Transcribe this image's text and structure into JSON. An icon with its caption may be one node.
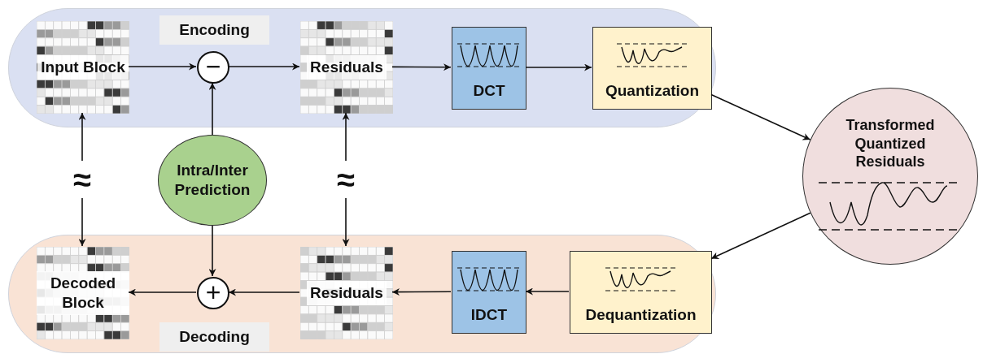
{
  "diagram": {
    "nodes": [
      {
        "text": [
          "Encoding"
        ]
      },
      {
        "text": [
          "Input Block"
        ],
        "in": 0
      },
      {
        "text": [
          "−"
        ],
        "in": 0
      },
      {
        "text": [
          "Residuals"
        ],
        "in": 0
      },
      {
        "text": [
          "DCT"
        ],
        "in": 0
      },
      {
        "text": [
          "Quantization"
        ],
        "in": 0
      },
      {
        "text": [
          "Transformed Quantized Residuals"
        ]
      },
      {
        "text": [
          "Decoding"
        ]
      },
      {
        "text": [
          "Dequantization"
        ],
        "in": 7
      },
      {
        "text": [
          "IDCT"
        ],
        "in": 7
      },
      {
        "text": [
          "Residuals"
        ],
        "in": 7
      },
      {
        "text": [
          "+"
        ],
        "in": 7
      },
      {
        "text": [
          "Decoded Block"
        ],
        "in": 7
      },
      {
        "text": [
          "Intra/Inter Prediction"
        ]
      },
      {
        "text": [
          "≈"
        ]
      },
      {
        "text": [
          "≈"
        ]
      }
    ],
    "edges": [
      {
        "from": 1,
        "to": 2,
        "arrow": "to"
      },
      {
        "from": 2,
        "to": 3,
        "arrow": "to"
      },
      {
        "from": 3,
        "to": 4,
        "arrow": "to"
      },
      {
        "from": 4,
        "to": 5,
        "arrow": "to"
      },
      {
        "from": 5,
        "to": 6,
        "arrow": "to"
      },
      {
        "from": 6,
        "to": 8,
        "arrow": "to"
      },
      {
        "from": 8,
        "to": 9,
        "arrow": "to"
      },
      {
        "from": 9,
        "to": 10,
        "arrow": "to"
      },
      {
        "from": 10,
        "to": 11,
        "arrow": "to"
      },
      {
        "from": 11,
        "to": 12,
        "arrow": "to"
      },
      {
        "from": 13,
        "to": 2,
        "arrow": "to"
      },
      {
        "from": 13,
        "to": 11,
        "arrow": "to"
      },
      {
        "from": 14,
        "to": 1,
        "arrow": "to"
      },
      {
        "from": 14,
        "to": 12,
        "arrow": "to"
      },
      {
        "from": 15,
        "to": 3,
        "arrow": "to"
      },
      {
        "from": 15,
        "to": 10,
        "arrow": "to"
      }
    ]
  }
}
